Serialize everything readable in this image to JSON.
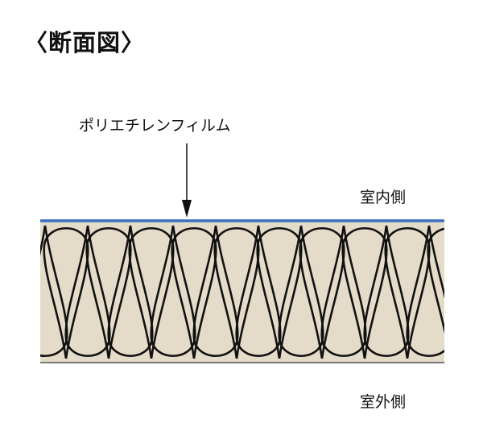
{
  "title": "〈断面図〉",
  "film_label": "ポリエチレンフィルム",
  "indoor_label": "室内側",
  "outdoor_label": "室外側",
  "colors": {
    "insulation": "#e4dcc8",
    "film": "#3a6fc4",
    "fiber": "#111111"
  }
}
